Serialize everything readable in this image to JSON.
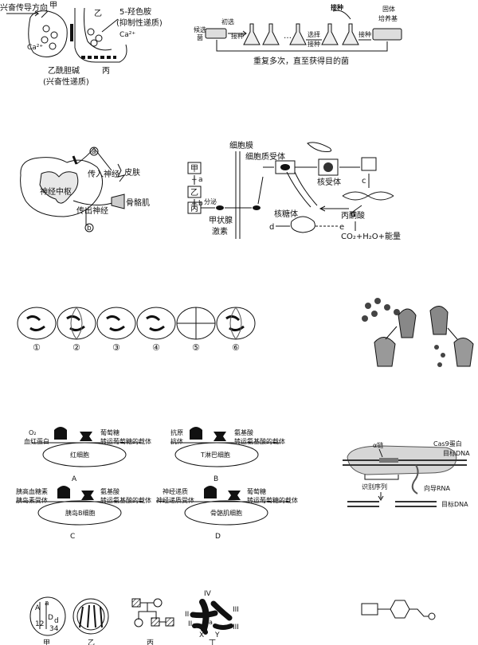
{
  "fig_synapse": {
    "direction": "兴奋传导方向",
    "jia": "甲",
    "yi": "乙",
    "bing": "丙",
    "serotonin": "5-羟色胺",
    "serotonin_note": "(抑制性递质)",
    "ca_right": "Ca²⁺",
    "ca_left": "Ca²⁺",
    "ach": "乙酰胆碱",
    "ach_note": "(兴奋性递质)"
  },
  "fig_screening": {
    "candidate": "候选菌",
    "initial": "初选",
    "inoculate1": "接种",
    "inoculate_top": "接种",
    "select": "选择",
    "inoculate2": "接种",
    "inoculate3": "接种",
    "solid_medium_1": "固体",
    "solid_medium_2": "培养基",
    "repeat": "重复多次，直至获得目的菌"
  },
  "fig_reflex": {
    "a": "a",
    "b": "b",
    "afferent": "传入神经",
    "skin": "皮肤",
    "center": "神经中枢",
    "efferent": "传出神经",
    "muscle": "骨骼肌"
  },
  "fig_hormone": {
    "membrane": "细胞膜",
    "cyto_receptor": "细胞质受体",
    "jia": "甲",
    "a": "a",
    "yi": "乙",
    "b": "b",
    "bing": "丙",
    "secrete": "分泌",
    "thyroid": "甲状腺",
    "hormone": "激素",
    "nuclear_receptor": "核受体",
    "c": "c",
    "d1": "d",
    "ribosome": "核糖体",
    "pyruvate": "丙酮酸",
    "d2": "d",
    "e": "e",
    "products": "CO₂+H₂O+能量"
  },
  "fig_mitosis": {
    "labels": [
      "①",
      "②",
      "③",
      "④",
      "⑤",
      "⑥"
    ]
  },
  "fig_transporters": {
    "A": {
      "o2": "O₂",
      "left": "血红蛋白",
      "r1": "葡萄糖",
      "r2": "转运葡萄糖的载体",
      "cell": "红细胞",
      "tag": "A"
    },
    "B": {
      "l1": "抗原",
      "l2": "抗体",
      "r1": "氨基酸",
      "r2": "转运氨基酸的载体",
      "cell": "T淋巴细胞",
      "tag": "B"
    },
    "C": {
      "l1": "胰高血糖素",
      "l2": "胰岛素受体",
      "r1": "氨基酸",
      "r2": "转运氨基酸的载体",
      "cell": "胰岛B细胞",
      "tag": "C"
    },
    "D": {
      "l1": "神经递质",
      "l2": "神经递质受体",
      "r1": "葡萄糖",
      "r2": "转运葡萄糖的载体",
      "cell": "骨骼肌细胞",
      "tag": "D"
    }
  },
  "fig_cas9": {
    "alpha": "α链",
    "cas9": "Cas9蛋白",
    "target_dna_1": "目标DNA",
    "recognition": "识别序列",
    "guide_rna": "向导RNA",
    "target_dna_2": "目标DNA"
  },
  "fig_cells": {
    "A": "A",
    "a": "a",
    "n12": "12",
    "D": "D",
    "d": "d",
    "n34": "34",
    "jia": "甲",
    "yi": "乙",
    "bing": "丙",
    "ding": "丁",
    "IV": "IV",
    "II": "II",
    "III": "III",
    "II_b": "II",
    "III_b": "III",
    "X": "X",
    "Y": "Y",
    "a2": "a"
  }
}
